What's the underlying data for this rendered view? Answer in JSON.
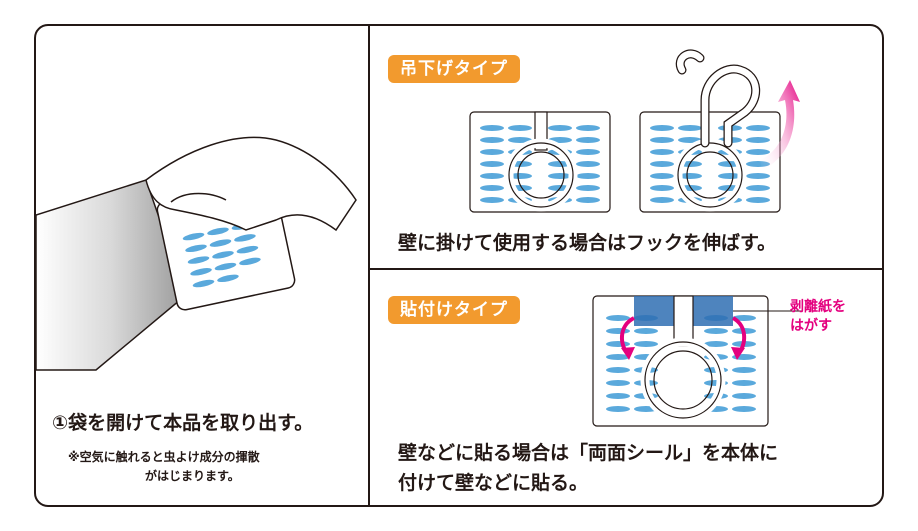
{
  "left_panel": {
    "main_caption": "①袋を開けて本品を取り出す。",
    "note_line1": "※空気に触れると虫よけ成分の揮散",
    "note_line2": "がはじまります。"
  },
  "top_right": {
    "badge": "吊下げタイプ",
    "caption": "壁に掛けて使用する場合はフックを伸ばす。"
  },
  "bottom_right": {
    "badge": "貼付けタイプ",
    "callout_line1": "剥離紙を",
    "callout_line2": "はがす",
    "caption_line1": "壁などに貼る場合は「両面シール」を本体に",
    "caption_line2": "付けて壁などに貼る。"
  },
  "colors": {
    "accent_orange": "#f29a2e",
    "arrow_pink": "#e4007f",
    "pad_blue": "#5aa9dc",
    "tape_blue": "#2f6fb3",
    "outline": "#231815"
  }
}
